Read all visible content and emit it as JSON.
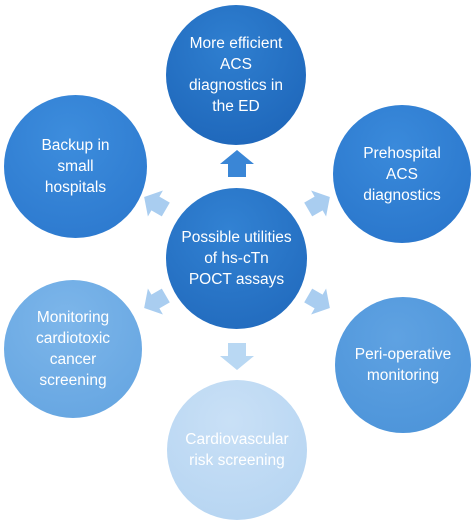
{
  "diagram": {
    "center": {
      "label": "Possible utilities\nof hs-cTn\nPOCT assays"
    },
    "nodes": {
      "top": {
        "label": "More efficient\nACS\ndiagnostics in\nthe ED"
      },
      "right": {
        "label": "Prehospital\nACS\ndiagnostics"
      },
      "bottom_right": {
        "label": "Peri-operative\nmonitoring"
      },
      "bottom": {
        "label": "Cardiovascular\nrisk screening"
      },
      "bottom_left": {
        "label": "Monitoring\ncardiotoxic\ncancer\nscreening"
      },
      "left": {
        "label": "Backup in\nsmall\nhospitals"
      }
    },
    "colors": {
      "top": "#1b62b6",
      "right": "#2773c9",
      "bottom_right": "#4a92d8",
      "bottom": "#b3d3f1",
      "bottom_left": "#62a3e0",
      "left": "#2a76cc",
      "center": "#1f67ba"
    }
  }
}
